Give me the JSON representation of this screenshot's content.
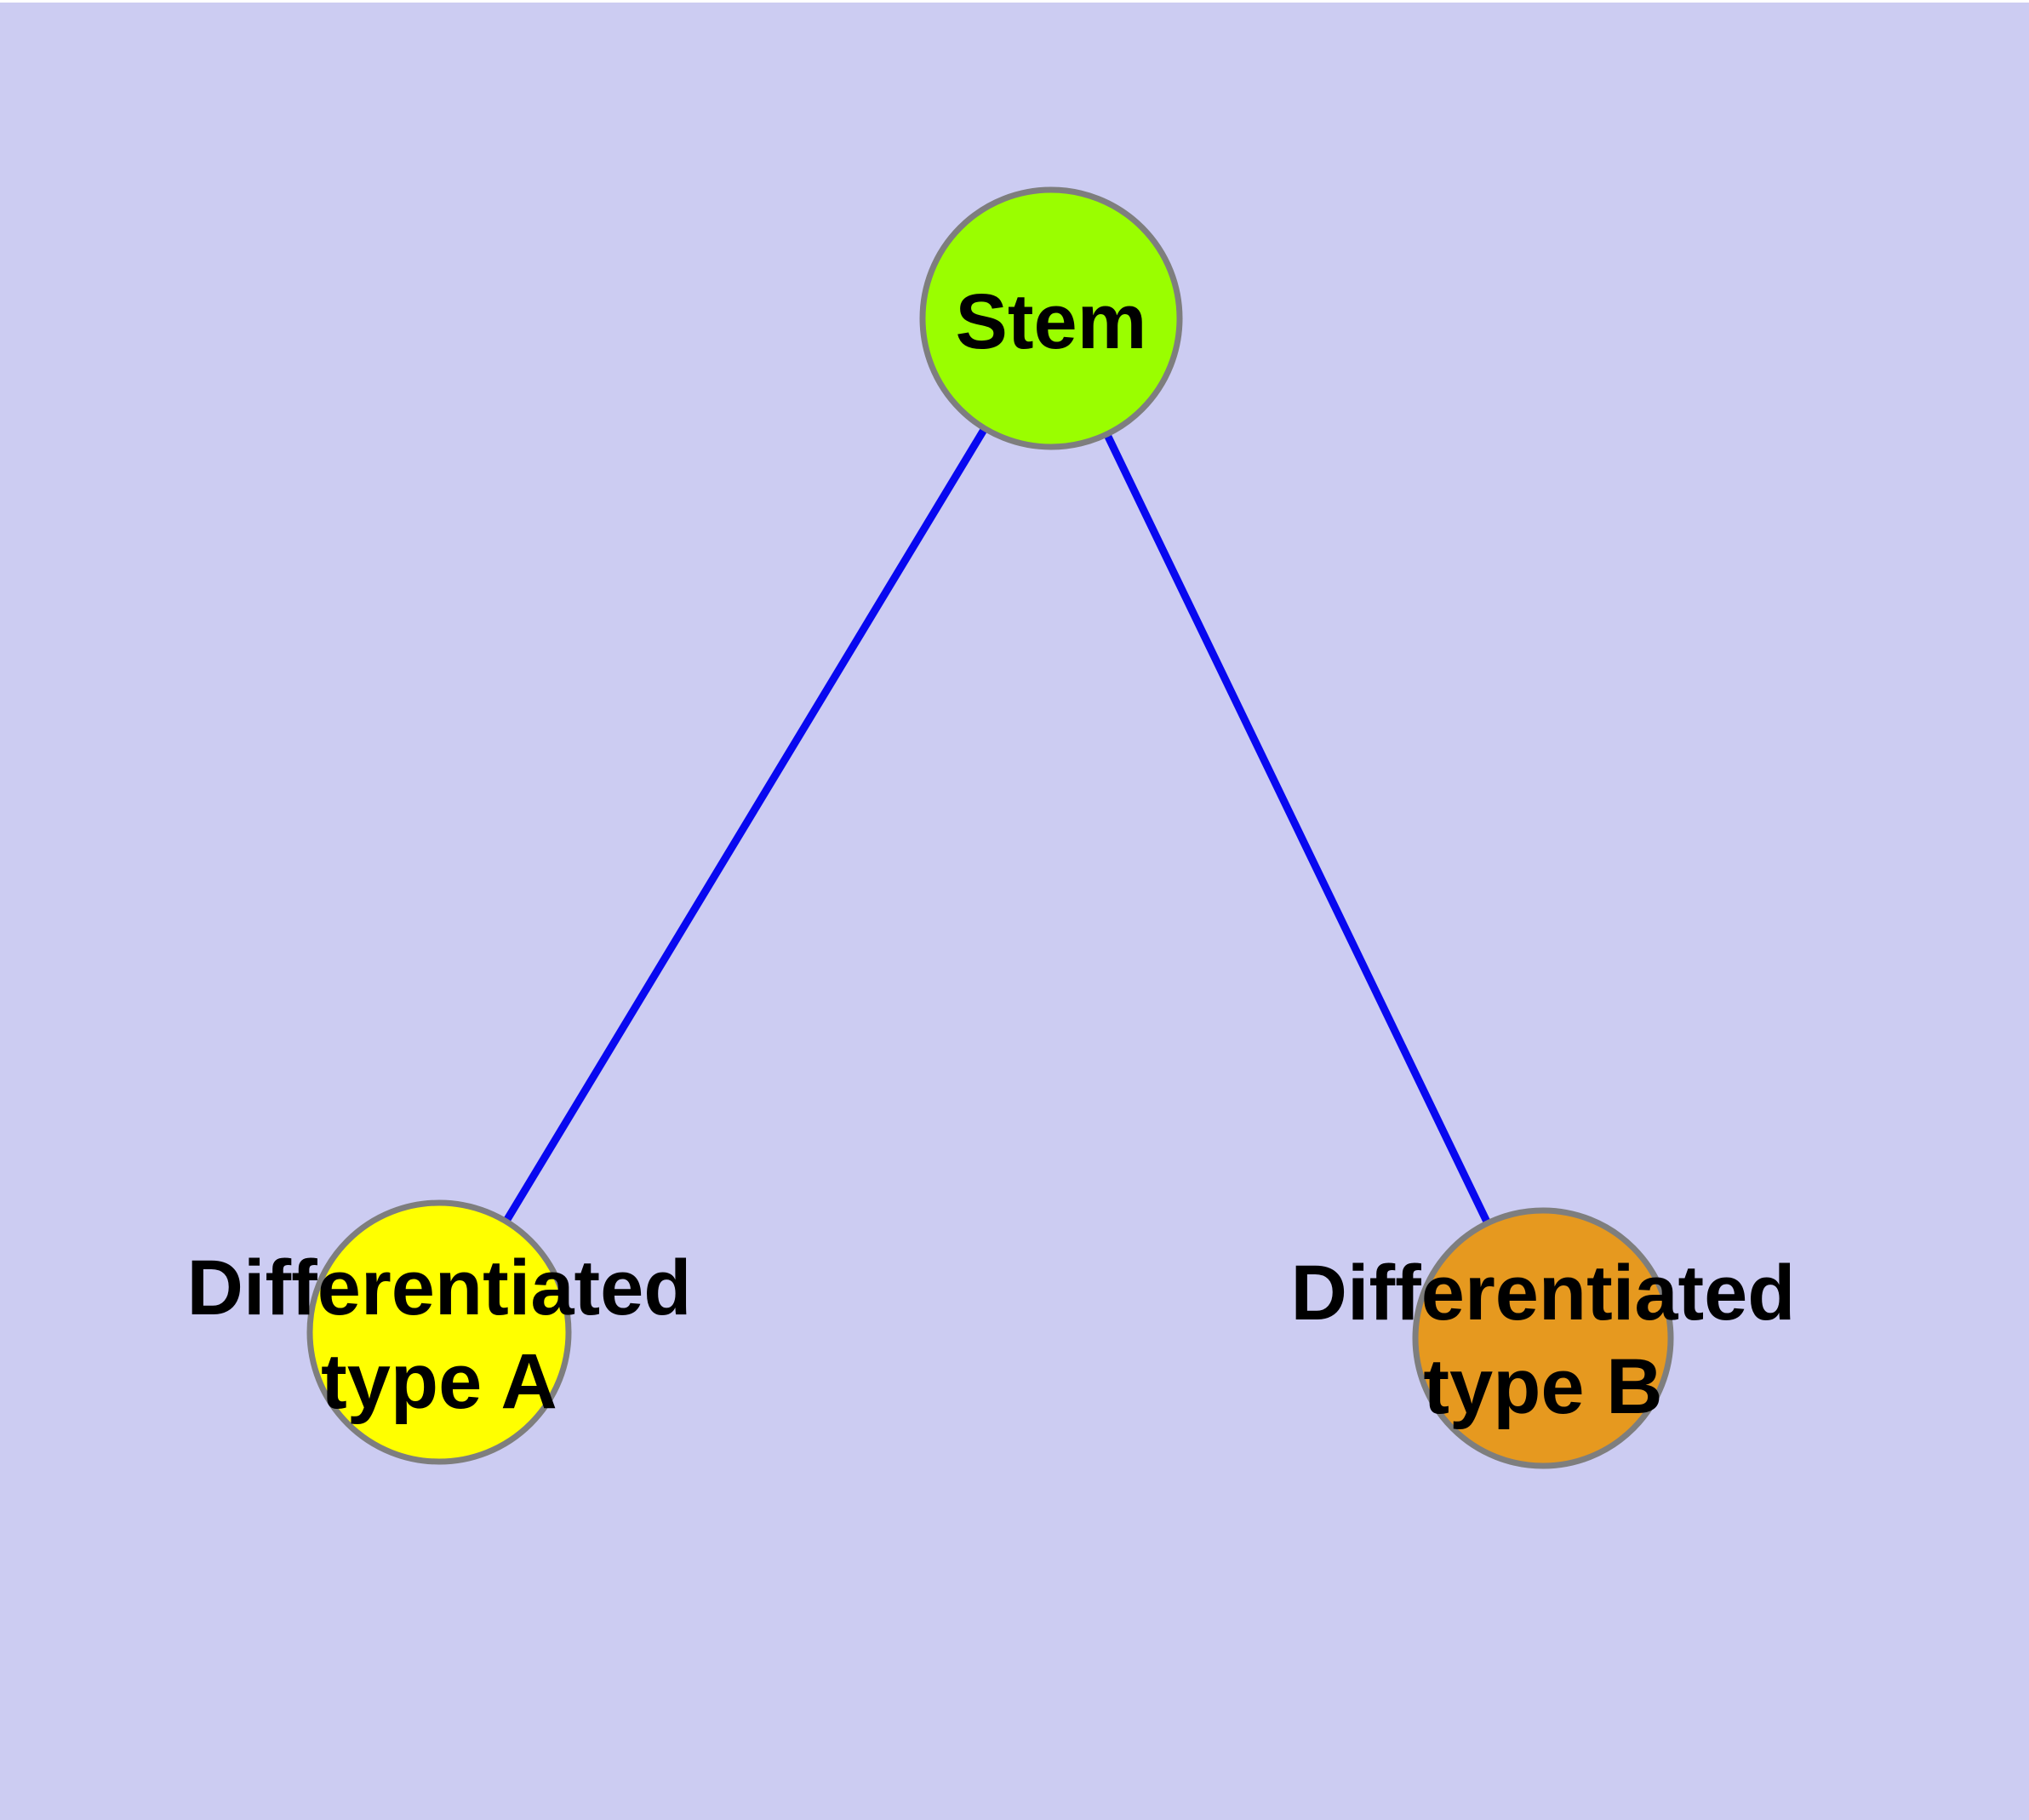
{
  "canvas": {
    "background_color": "#CCCCF2",
    "top_strip_color": "#FFFFFF"
  },
  "diagram": {
    "type": "node-link-graph",
    "text_color": "#000000",
    "nodes": [
      {
        "id": "stem",
        "lines": [
          "Stem",
          ""
        ],
        "fill": "#9AFE00",
        "stroke": "#7E7E7E"
      },
      {
        "id": "type-a",
        "lines": [
          "Differentiated",
          "type A"
        ],
        "fill": "#FFFF00",
        "stroke": "#7E7E7E"
      },
      {
        "id": "type-b",
        "lines": [
          "Differentiated",
          "type B"
        ],
        "fill": "#E6991F",
        "stroke": "#7E7E7E"
      }
    ],
    "edges": [
      {
        "from": "stem",
        "to": "type-a",
        "color": "#0808F0"
      },
      {
        "from": "stem",
        "to": "type-b",
        "color": "#0808F0"
      }
    ]
  }
}
